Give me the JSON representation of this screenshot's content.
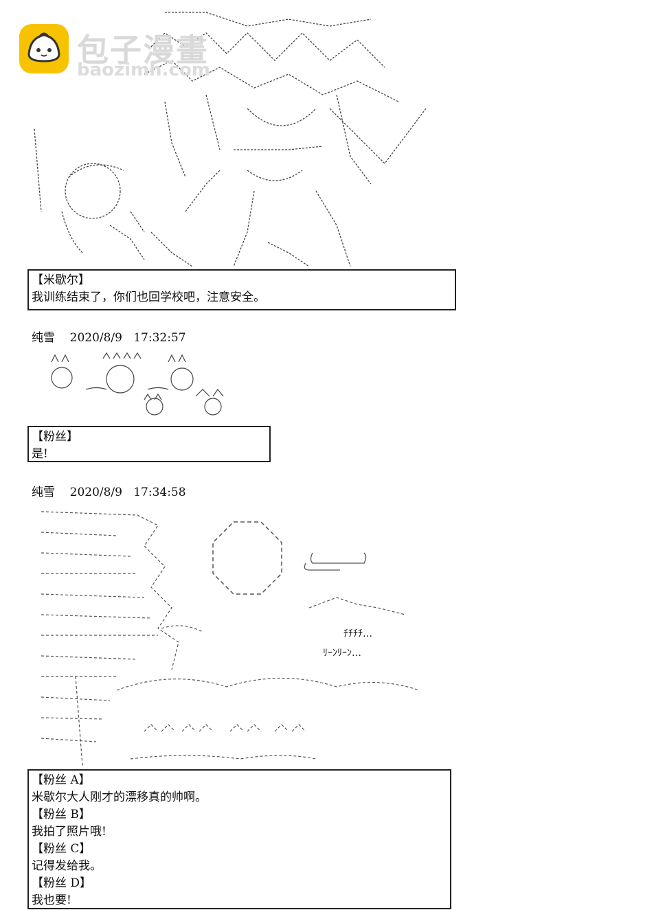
{
  "watermark": {
    "brand": "包子漫畫",
    "domain": "baozimh.com",
    "brand_color": "#f7c300"
  },
  "dialog1": {
    "speaker": "【米歇尔】",
    "text": "我训练结束了，你们也回学校吧，注意安全。"
  },
  "post1": {
    "author": "纯雪",
    "date": "2020/8/9",
    "time": "17:32:57"
  },
  "dialog2": {
    "speaker": "【粉丝】",
    "text": "是!"
  },
  "post2": {
    "author": "纯雪",
    "date": "2020/8/9",
    "time": "17:34:58"
  },
  "sfx": {
    "chirp": "ﾁﾁﾁﾁ…",
    "ring": "ﾘｰﾝﾘｰﾝ…"
  },
  "dialog3": {
    "lines": [
      {
        "speaker": "【粉丝 A】",
        "text": "米歇尔大人刚才的漂移真的帅啊。"
      },
      {
        "speaker": "【粉丝 B】",
        "text": "我拍了照片哦!"
      },
      {
        "speaker": "【粉丝 C】",
        "text": "记得发给我。"
      },
      {
        "speaker": "【粉丝 D】",
        "text": "我也要!"
      }
    ]
  }
}
